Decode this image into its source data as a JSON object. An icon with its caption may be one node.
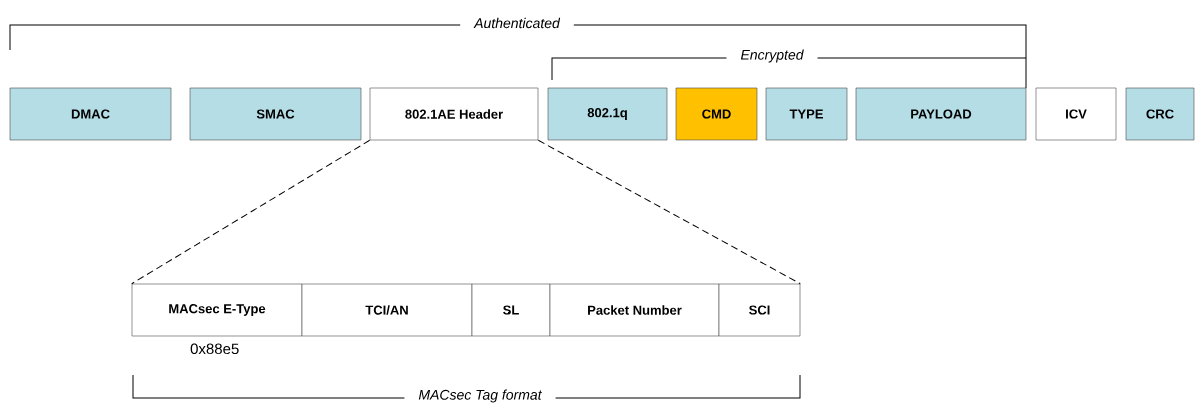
{
  "diagram": {
    "nodes": [
      {
        "text": [
          "DMAC"
        ]
      },
      {
        "text": [
          "SMAC"
        ]
      },
      {
        "text": [
          "802.1AE Header"
        ]
      },
      {
        "text": [
          "802.1q"
        ]
      },
      {
        "text": [
          "CMD"
        ]
      },
      {
        "text": [
          "TYPE"
        ]
      },
      {
        "text": [
          "PAYLOAD"
        ]
      },
      {
        "text": [
          "ICV"
        ]
      },
      {
        "text": [
          "CRC"
        ]
      },
      {
        "text": [
          "MACsec E-Type"
        ],
        "beside": [
          "0x88e5"
        ]
      },
      {
        "text": [
          "TCI/AN"
        ]
      },
      {
        "text": [
          "SL"
        ]
      },
      {
        "text": [
          "Packet Number"
        ]
      },
      {
        "text": [
          "SCI"
        ]
      }
    ],
    "edges": [
      {
        "from": 2,
        "to": 9,
        "arrow": "none",
        "style": "dashed"
      },
      {
        "from": 2,
        "to": 13,
        "arrow": "none",
        "style": "dashed"
      }
    ],
    "labels": [
      "Authenticated",
      "Encrypted",
      "MACsec Tag format"
    ]
  }
}
